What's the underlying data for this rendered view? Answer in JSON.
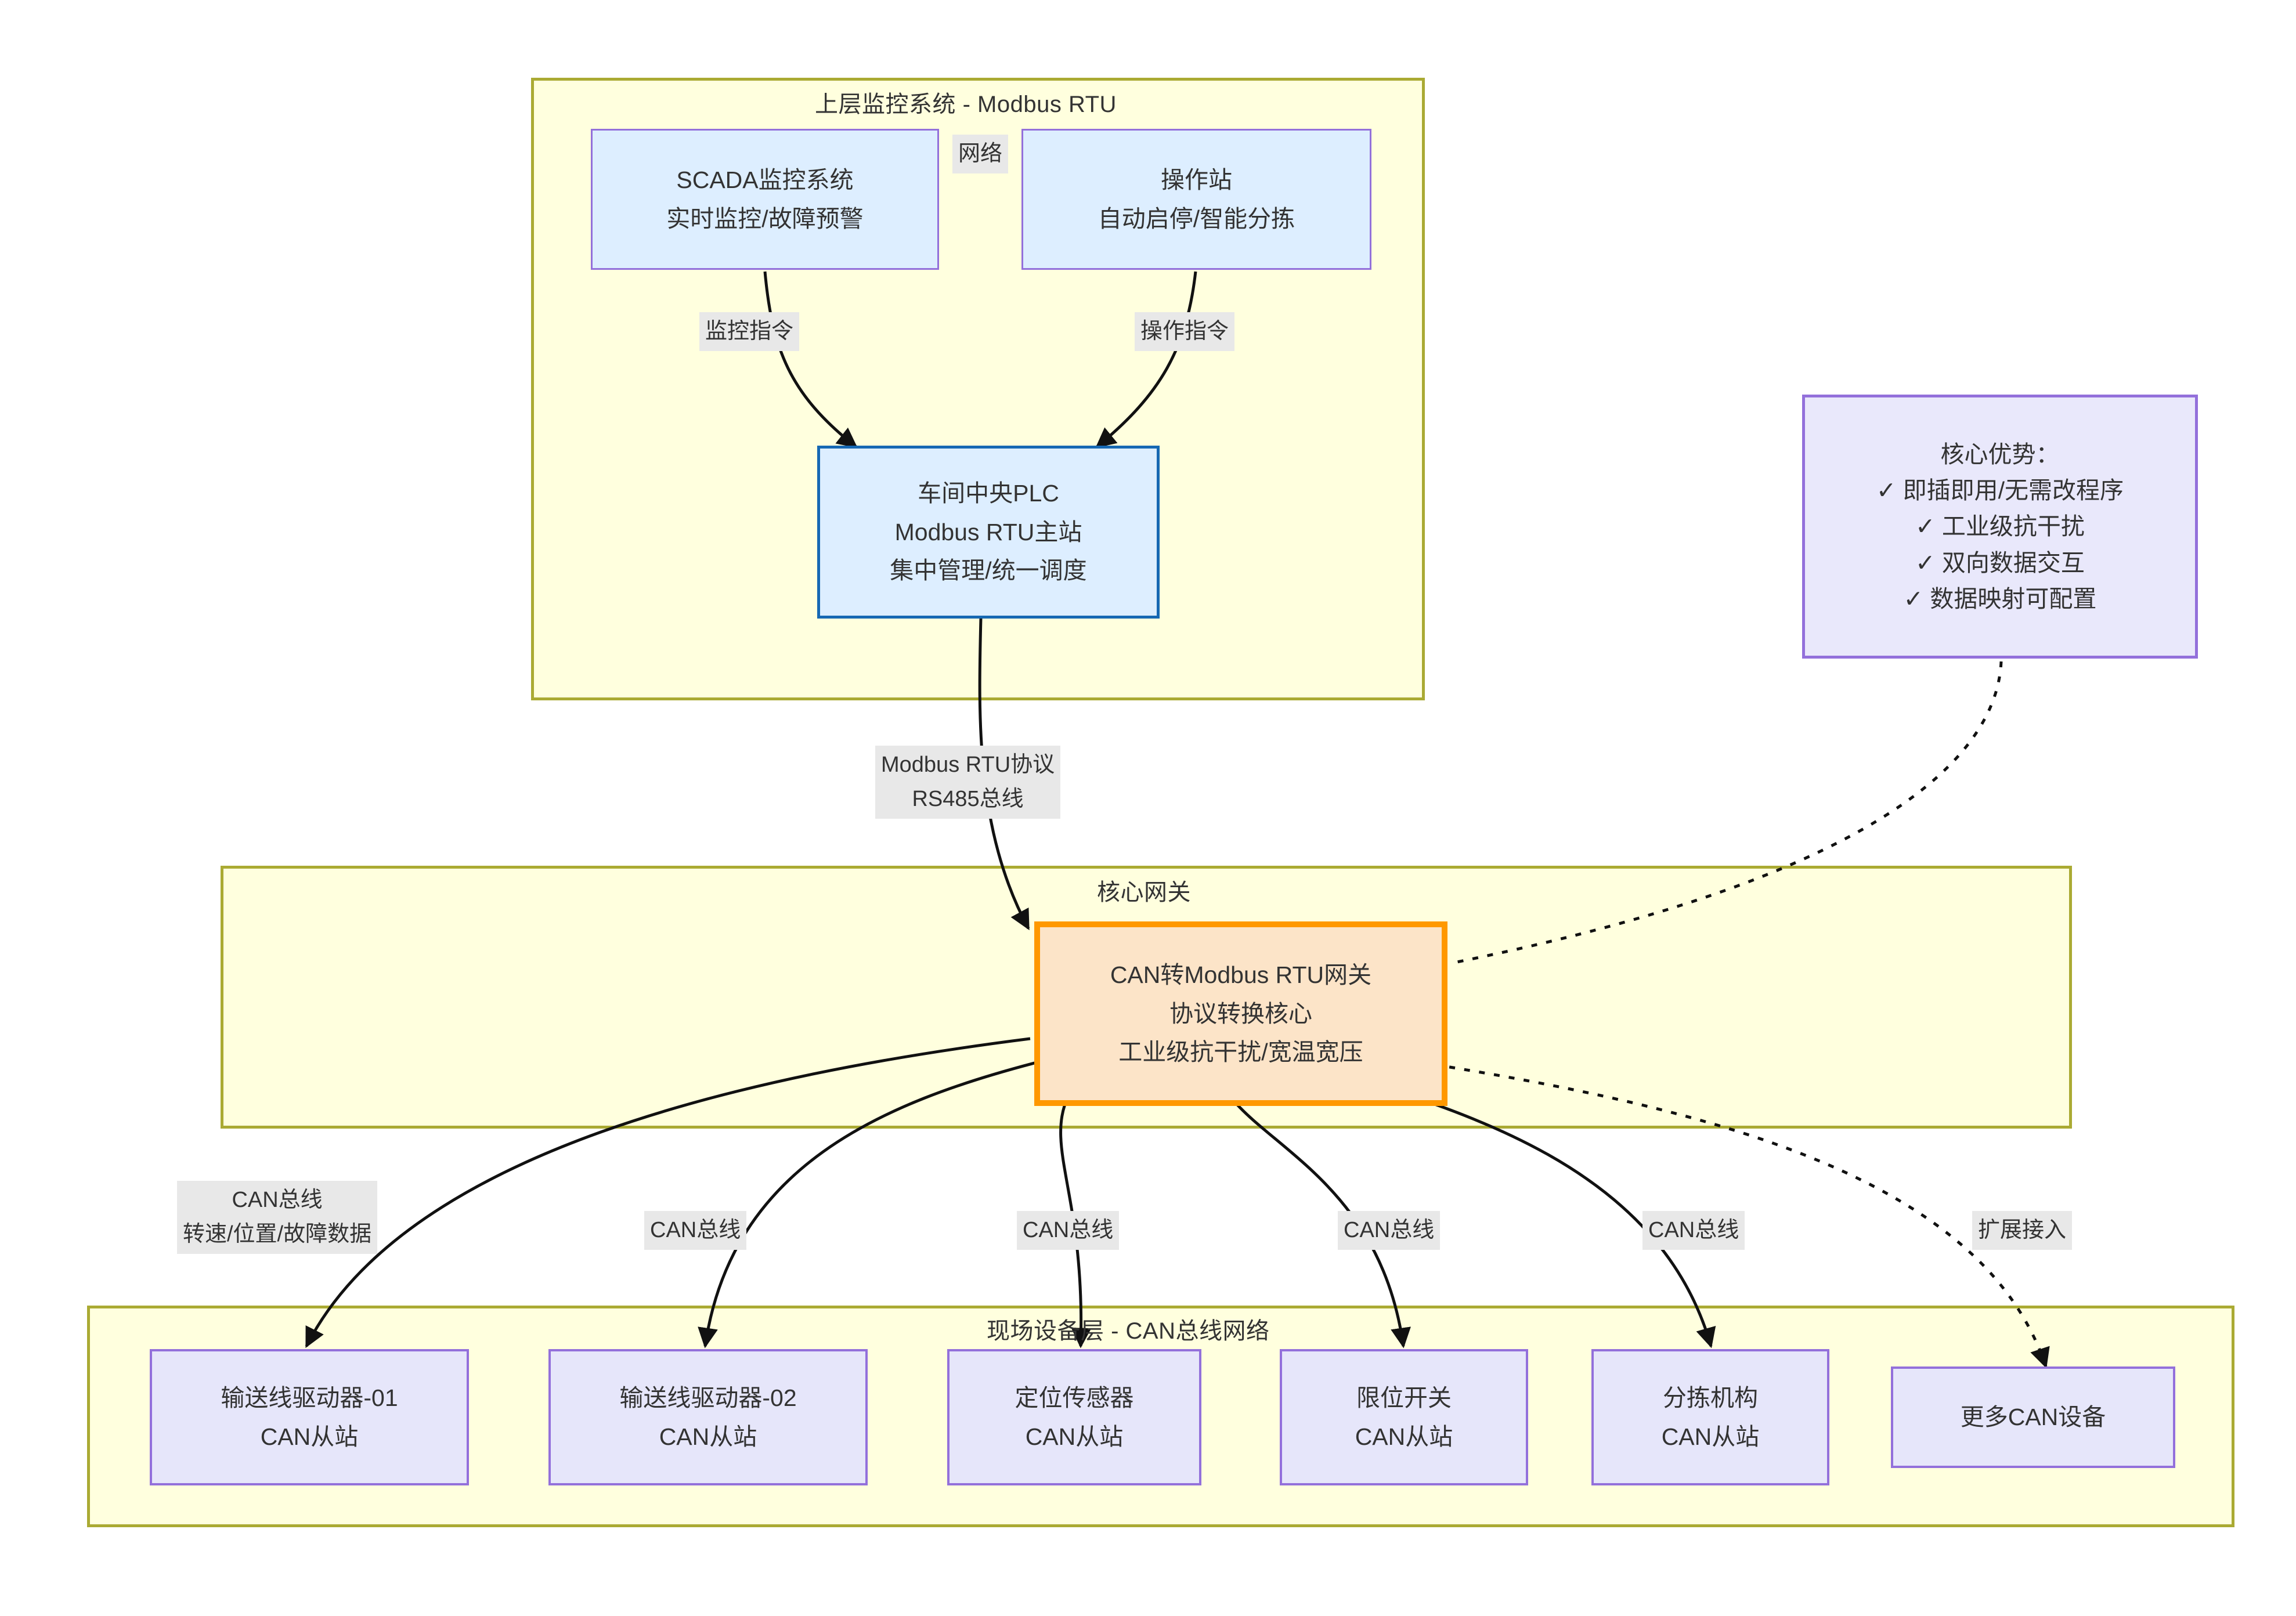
{
  "diagram": {
    "title_hidden": "",
    "clusters": [
      {
        "id": "top",
        "label": "上层监控系统 - Modbus RTU"
      },
      {
        "id": "gateway",
        "label": "核心网关"
      },
      {
        "id": "field",
        "label": "现场设备层 - CAN总线网络"
      }
    ],
    "nodes": {
      "scada": {
        "line1": "SCADA监控系统",
        "line2": "实时监控/故障预警"
      },
      "hmi": {
        "line1": "操作站",
        "line2": "自动启停/智能分拣"
      },
      "plc": {
        "line1": "车间中央PLC",
        "line2": "Modbus RTU主站",
        "line3": "集中管理/统一调度"
      },
      "gateway": {
        "line1": "CAN转Modbus RTU网关",
        "line2": "协议转换核心",
        "line3": "工业级抗干扰/宽温宽压"
      },
      "advantages": {
        "line1": "核心优势：",
        "line2": "✓ 即插即用/无需改程序",
        "line3": "✓ 工业级抗干扰",
        "line4": "✓ 双向数据交互",
        "line5": "✓ 数据映射可配置"
      },
      "drv01": {
        "line1": "输送线驱动器-01",
        "line2": "CAN从站"
      },
      "drv02": {
        "line1": "输送线驱动器-02",
        "line2": "CAN从站"
      },
      "sensor": {
        "line1": "定位传感器",
        "line2": "CAN从站"
      },
      "limit": {
        "line1": "限位开关",
        "line2": "CAN从站"
      },
      "sorter": {
        "line1": "分拣机构",
        "line2": "CAN从站"
      },
      "more": {
        "line1": "更多CAN设备"
      }
    },
    "edge_labels": {
      "network": "网络",
      "monitor_cmd": "监控指令",
      "operate_cmd": "操作指令",
      "modbus_line1": "Modbus RTU协议",
      "modbus_line2": "RS485总线",
      "can1_line1": "CAN总线",
      "can1_line2": "转速/位置/故障数据",
      "can2": "CAN总线",
      "can3": "CAN总线",
      "can4": "CAN总线",
      "can5": "CAN总线",
      "expand": "扩展接入"
    },
    "colors": {
      "cluster_fill": "#ffffde",
      "cluster_stroke": "#aaaa33",
      "blue_fill": "#ddeeff",
      "purple_stroke": "#9370db",
      "purple_fill": "#e6e6fa",
      "gateway_fill": "#fce4c8",
      "gateway_stroke": "#ff9800",
      "plc_stroke": "#1668b3",
      "label_bg": "#e8e8e8",
      "text": "#333333",
      "edge_stroke": "#111111"
    }
  }
}
